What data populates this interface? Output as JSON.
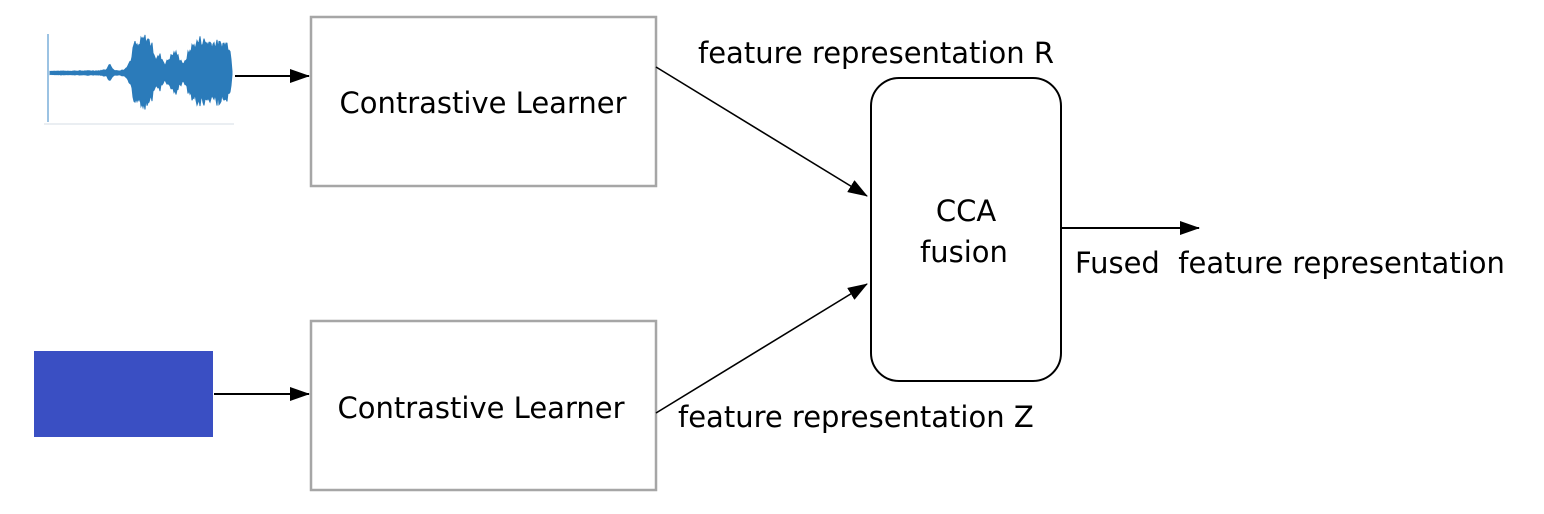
{
  "nodes": {
    "learner_top": {
      "label": "Contrastive Learner"
    },
    "learner_bottom": {
      "label": "Contrastive Learner"
    },
    "fusion": {
      "line1": "CCA",
      "line2": "fusion"
    }
  },
  "edges": {
    "label_r": "feature representation R",
    "label_z": "feature representation Z",
    "label_fused": "Fused  feature representation"
  },
  "inputs": {
    "top": {
      "kind": "audio-waveform",
      "color": "#2b7bba"
    },
    "bottom": {
      "kind": "spectrogram-block",
      "color": "#3a4fc3"
    }
  },
  "colors": {
    "box_border": "#a6a6a6",
    "fusion_border": "#000000",
    "arrow": "#000000"
  }
}
